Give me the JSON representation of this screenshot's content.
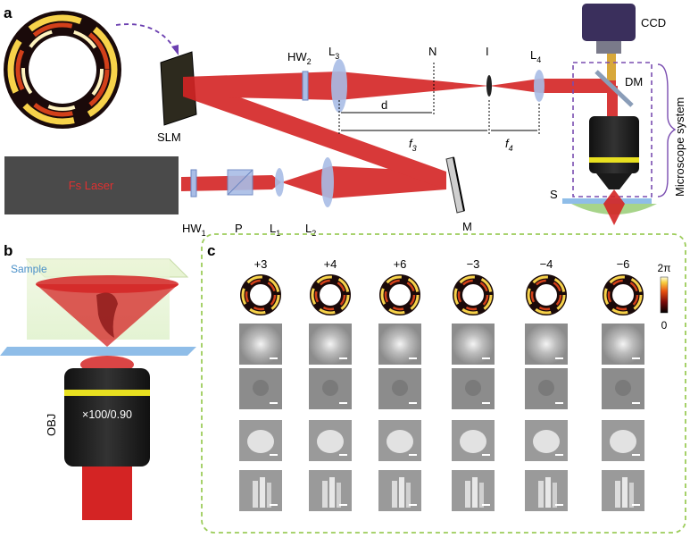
{
  "panels": {
    "a": "a",
    "b": "b",
    "c": "c"
  },
  "setup": {
    "laser": "Fs Laser",
    "slm": "SLM",
    "hw1_main": "HW",
    "hw1_sub": "1",
    "hw2_main": "HW",
    "hw2_sub": "2",
    "polarizer": "P",
    "l1_main": "L",
    "l1_sub": "1",
    "l2_main": "L",
    "l2_sub": "2",
    "l3_main": "L",
    "l3_sub": "3",
    "l4_main": "L",
    "l4_sub": "4",
    "n": "N",
    "i": "I",
    "d": "d",
    "f3_main": "f",
    "f3_sub": "3",
    "f4_main": "f",
    "f4_sub": "4",
    "mirror": "M",
    "dm": "DM",
    "ccd": "CCD",
    "stage": "S",
    "microscope_system": "Microscope system"
  },
  "panel_b": {
    "sample": "Sample",
    "obj": "OBJ",
    "obj_spec": "×100/0.90"
  },
  "panel_c": {
    "charges": [
      "+3",
      "+4",
      "+6",
      "−3",
      "−4",
      "−6"
    ],
    "colorbar_max": "2π",
    "colorbar_min": "0"
  },
  "colors": {
    "beam": "#d42424",
    "lens": "#a9bde6",
    "laser_box": "#4a4a4a",
    "laser_text": "#e03030",
    "ccd": "#3a2f5c",
    "focus_ring": "#e8e020",
    "dashed_box": "#7a4db0",
    "panel_c_border": "#9ccc5a"
  }
}
